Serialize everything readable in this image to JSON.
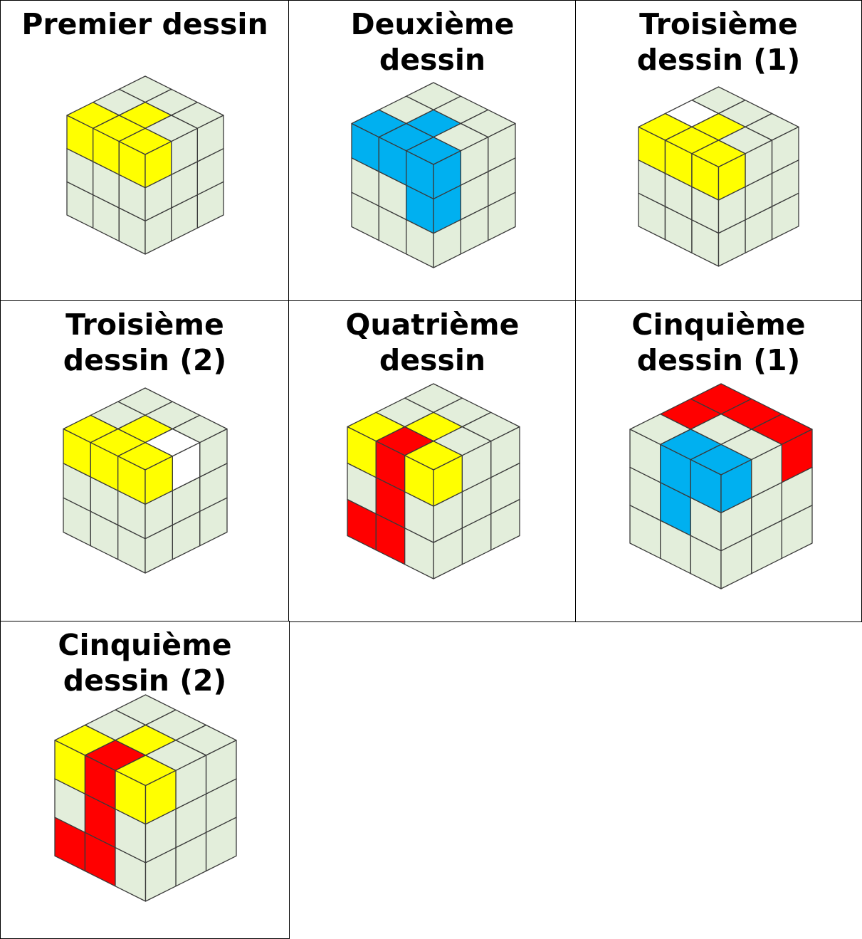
{
  "colors": {
    "base": "#e3eedb",
    "yellow": "#ffff00",
    "blue": "#00b0f0",
    "red": "#ff0000",
    "white": "#ffffff",
    "edge": "#3a3a3a"
  },
  "drawings": [
    {
      "title": "Premier dessin",
      "pieces": [
        {
          "color": "yellow",
          "cubes": [
            [
              0,
              0,
              2
            ],
            [
              1,
              0,
              2
            ],
            [
              2,
              0,
              2
            ],
            [
              1,
              1,
              2
            ]
          ]
        }
      ]
    },
    {
      "title": "Deuxième\ndessin",
      "pieces": [
        {
          "color": "blue",
          "cubes": [
            [
              0,
              0,
              2
            ],
            [
              1,
              0,
              2
            ],
            [
              2,
              0,
              2
            ],
            [
              1,
              1,
              2
            ],
            [
              0,
              0,
              1
            ]
          ]
        }
      ]
    },
    {
      "title": "Troisième\ndessin (1)",
      "pieces": [
        {
          "color": "yellow",
          "cubes": [
            [
              0,
              0,
              2
            ],
            [
              1,
              0,
              2
            ],
            [
              2,
              0,
              2
            ],
            [
              1,
              1,
              2
            ]
          ]
        },
        {
          "color": "white",
          "cubes": [
            [
              2,
              1,
              2
            ]
          ]
        }
      ]
    },
    {
      "title": "Troisième\ndessin (2)",
      "pieces": [
        {
          "color": "yellow",
          "cubes": [
            [
              0,
              0,
              2
            ],
            [
              1,
              0,
              2
            ],
            [
              2,
              0,
              2
            ],
            [
              1,
              1,
              2
            ]
          ]
        },
        {
          "color": "white",
          "cubes": [
            [
              0,
              1,
              2
            ]
          ]
        }
      ]
    },
    {
      "title": "Quatrième\ndessin",
      "pieces": [
        {
          "color": "yellow",
          "cubes": [
            [
              0,
              0,
              2
            ],
            [
              1,
              0,
              2
            ],
            [
              2,
              0,
              2
            ],
            [
              1,
              1,
              2
            ]
          ]
        },
        {
          "color": "red",
          "cubes": [
            [
              1,
              0,
              2
            ],
            [
              1,
              0,
              1
            ],
            [
              1,
              0,
              0
            ],
            [
              2,
              0,
              0
            ]
          ]
        }
      ]
    },
    {
      "title": "Cinquième\ndessin (1)",
      "pieces": [
        {
          "color": "red",
          "cubes": [
            [
              0,
              2,
              2
            ],
            [
              1,
              2,
              2
            ],
            [
              2,
              2,
              2
            ],
            [
              2,
              1,
              2
            ],
            [
              2,
              1,
              1
            ]
          ]
        },
        {
          "color": "blue",
          "cubes": [
            [
              0,
              0,
              2
            ],
            [
              1,
              0,
              2
            ],
            [
              1,
              0,
              1
            ],
            [
              1,
              1,
              1
            ]
          ]
        }
      ]
    },
    {
      "title": "Cinquième\ndessin (2)",
      "pieces": [
        {
          "color": "yellow",
          "cubes": [
            [
              0,
              0,
              2
            ],
            [
              1,
              0,
              2
            ],
            [
              2,
              0,
              2
            ],
            [
              1,
              1,
              2
            ]
          ]
        },
        {
          "color": "red",
          "cubes": [
            [
              1,
              0,
              2
            ],
            [
              1,
              0,
              1
            ],
            [
              1,
              0,
              0
            ],
            [
              2,
              0,
              0
            ]
          ]
        }
      ]
    }
  ]
}
